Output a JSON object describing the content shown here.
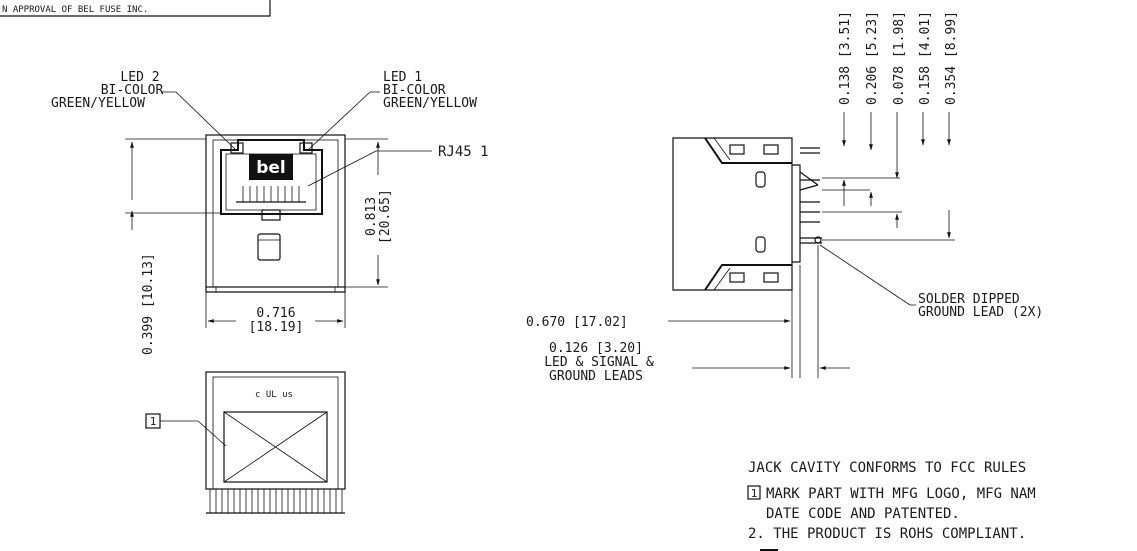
{
  "header_note": "N APPROVAL OF BEL FUSE INC.",
  "front_view": {
    "led2_line1": "LED 2",
    "led2_line2": "BI-COLOR",
    "led2_line3": "GREEN/YELLOW",
    "led1_line1": "LED 1",
    "led1_line2": "BI-COLOR",
    "led1_line3": "GREEN/YELLOW",
    "rj45_label": "RJ45 1",
    "logo_text": "bel",
    "height_dim": "0.399 [10.13]",
    "overall_height_in": "0.813",
    "overall_height_mm": "[20.65]",
    "width_in": "0.716",
    "width_mm": "[18.19]"
  },
  "bottom_view": {
    "callout_number": "1",
    "ul_mark": "c UL us"
  },
  "side_view": {
    "vertical_dims": [
      "0.138 [3.51]",
      "0.206 [5.23]",
      "0.078 [1.98]",
      "0.158 [4.01]",
      "0.354 [8.99]"
    ],
    "solder_line1": "SOLDER DIPPED",
    "solder_line2": "GROUND LEAD (2X)",
    "depth_dim": "0.670 [17.02]",
    "lead_dim": "0.126 [3.20]",
    "lead_line2": "LED & SIGNAL &",
    "lead_line3": "GROUND LEADS"
  },
  "notes": {
    "line1": "JACK CAVITY CONFORMS TO FCC RULES",
    "note1_number": "1",
    "note1_text": "MARK PART WITH MFG LOGO, MFG NAM",
    "note1_cont": "DATE CODE AND PATENTED.",
    "note2": "2. THE PRODUCT IS ROHS COMPLIANT."
  }
}
